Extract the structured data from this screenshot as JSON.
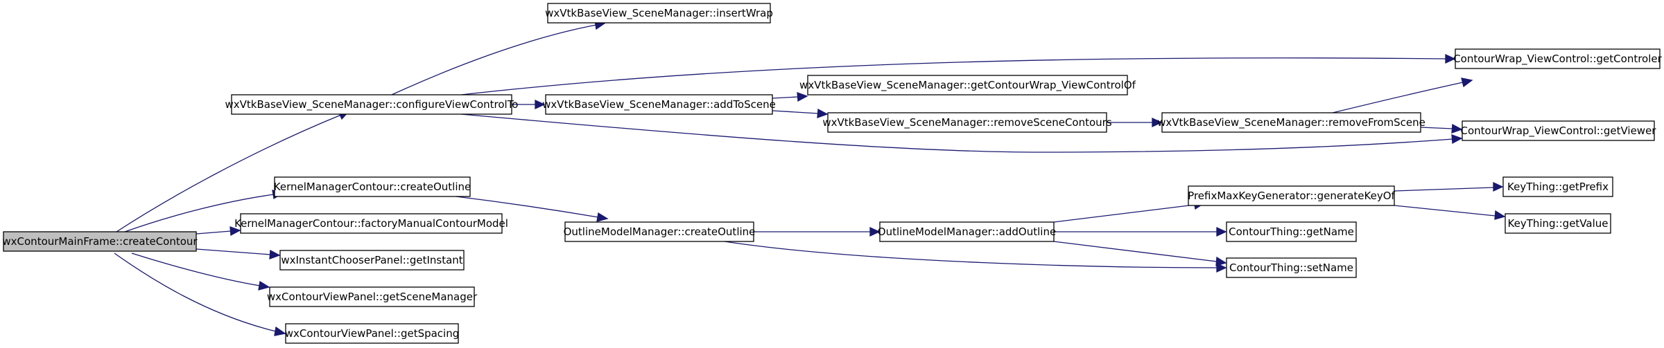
{
  "nodes": {
    "root": "wxContourMainFrame::createContour",
    "insertWrap": "wxVtkBaseView_SceneManager::insertWrap",
    "configureViewControlTo": "wxVtkBaseView_SceneManager::configureViewControlTo",
    "addToScene": "wxVtkBaseView_SceneManager::addToScene",
    "getContourWrapViewControlOf": "wxVtkBaseView_SceneManager::getContourWrap_ViewControlOf",
    "removeSceneContours": "wxVtkBaseView_SceneManager::removeSceneContours",
    "removeFromScene": "wxVtkBaseView_SceneManager::removeFromScene",
    "getControler": "ContourWrap_ViewControl::getControler",
    "getViewer": "ContourWrap_ViewControl::getViewer",
    "kmcCreateOutline": "KernelManagerContour::createOutline",
    "factoryManualContourModel": "KernelManagerContour::factoryManualContourModel",
    "getInstant": "wxInstantChooserPanel::getInstant",
    "getSceneManager": "wxContourViewPanel::getSceneManager",
    "getSpacing": "wxContourViewPanel::getSpacing",
    "omCreateOutline": "OutlineModelManager::createOutline",
    "addOutline": "OutlineModelManager::addOutline",
    "generateKeyOf": "PrefixMaxKeyGenerator::generateKeyOf",
    "getName": "ContourThing::getName",
    "setName": "ContourThing::setName",
    "getPrefix": "KeyThing::getPrefix",
    "getValue": "KeyThing::getValue"
  },
  "edges": [
    [
      "root",
      "configureViewControlTo"
    ],
    [
      "root",
      "kmcCreateOutline"
    ],
    [
      "root",
      "factoryManualContourModel"
    ],
    [
      "root",
      "getInstant"
    ],
    [
      "root",
      "getSceneManager"
    ],
    [
      "root",
      "getSpacing"
    ],
    [
      "configureViewControlTo",
      "insertWrap"
    ],
    [
      "configureViewControlTo",
      "getControler"
    ],
    [
      "configureViewControlTo",
      "addToScene"
    ],
    [
      "configureViewControlTo",
      "getViewer"
    ],
    [
      "addToScene",
      "getContourWrapViewControlOf"
    ],
    [
      "addToScene",
      "removeSceneContours"
    ],
    [
      "removeSceneContours",
      "removeFromScene"
    ],
    [
      "removeFromScene",
      "getControler"
    ],
    [
      "removeFromScene",
      "getViewer"
    ],
    [
      "kmcCreateOutline",
      "omCreateOutline"
    ],
    [
      "omCreateOutline",
      "addOutline"
    ],
    [
      "omCreateOutline",
      "setName"
    ],
    [
      "addOutline",
      "generateKeyOf"
    ],
    [
      "addOutline",
      "getName"
    ],
    [
      "addOutline",
      "setName"
    ],
    [
      "generateKeyOf",
      "getPrefix"
    ],
    [
      "generateKeyOf",
      "getValue"
    ]
  ],
  "colors": {
    "edge": "#191970",
    "node_border": "#000000",
    "root_fill": "#bfbfbf",
    "node_fill": "#ffffff"
  }
}
